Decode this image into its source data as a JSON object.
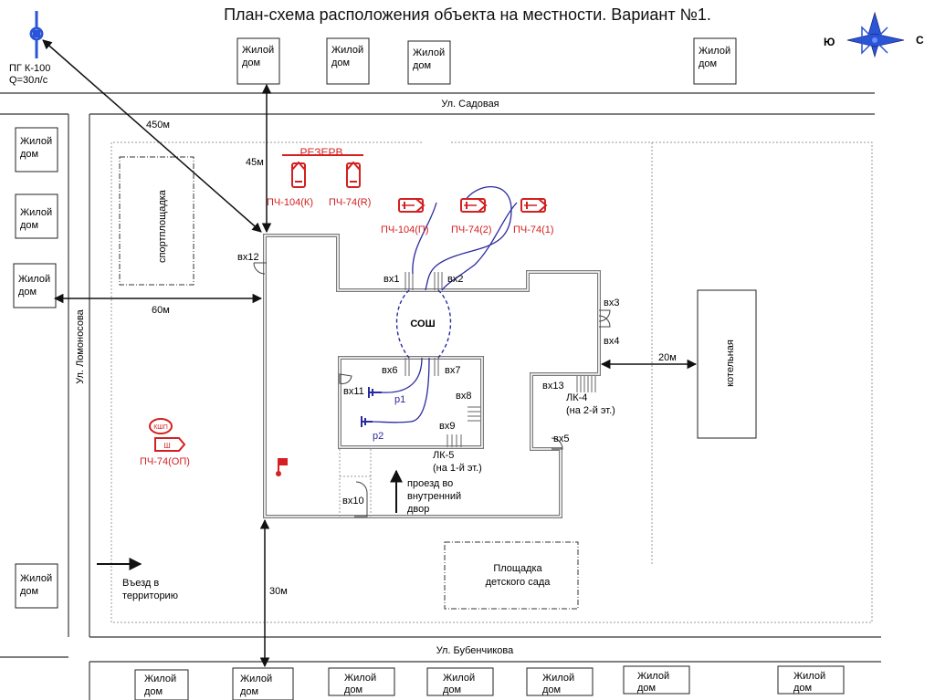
{
  "title": "План-схема расположения объекта на местности. Вариант №1.",
  "compass": {
    "west": "Ю",
    "east": "С"
  },
  "hydrant": {
    "line1": "ПГ К-100",
    "line2": "Q=30л/с"
  },
  "streets": {
    "sadovaya": "Ул. Садовая",
    "lomonosova": "Ул. Ломоносова",
    "bubenchikova": "Ул. Бубенчикова"
  },
  "house": {
    "line1": "Жилой",
    "line2": "дом"
  },
  "distances": {
    "d450": "450м",
    "d45": "45м",
    "d60": "60м",
    "d30": "30м",
    "d20": "20м"
  },
  "areas": {
    "sport": "спортплощадка",
    "boiler": "котельная",
    "kindergarten_1": "Площадка",
    "kindergarten_2": "детского сада",
    "entry_1": "Въезд в",
    "entry_2": "территорию",
    "yard_1": "проезд во",
    "yard_2": "внутренний",
    "yard_3": "двор"
  },
  "fire": {
    "reserve": "РЕЗЕРВ",
    "pch104k": "ПЧ-104(К)",
    "pch74r": "ПЧ-74(R)",
    "pch104p": "ПЧ-104(П)",
    "pch74_2": "ПЧ-74(2)",
    "pch74_1": "ПЧ-74(1)",
    "pch74op": "ПЧ-74(ОП)",
    "kpp": "КШП",
    "sh": "Ш",
    "sosh": "СОШ",
    "p1": "р1",
    "p2": "р2"
  },
  "entrances": {
    "vx1": "вх1",
    "vx2": "вх2",
    "vx3": "вх3",
    "vx4": "вх4",
    "vx5": "вх5",
    "vx6": "вх6",
    "vx7": "вх7",
    "vx8": "вх8",
    "vx9": "вх9",
    "vx10": "вх10",
    "vx11": "вх11",
    "vx12": "вх12",
    "vx13": "вх13"
  },
  "stairs": {
    "lk4_1": "ЛК-4",
    "lk4_2": "(на 2-й эт.)",
    "lk5_1": "ЛК-5",
    "lk5_2": "(на 1-й эт.)"
  },
  "colors": {
    "fire": "#d42020",
    "hose": "#2a2aa0",
    "line": "#222222",
    "wall": "#7a7a7a",
    "compass": "#2a55d8"
  }
}
